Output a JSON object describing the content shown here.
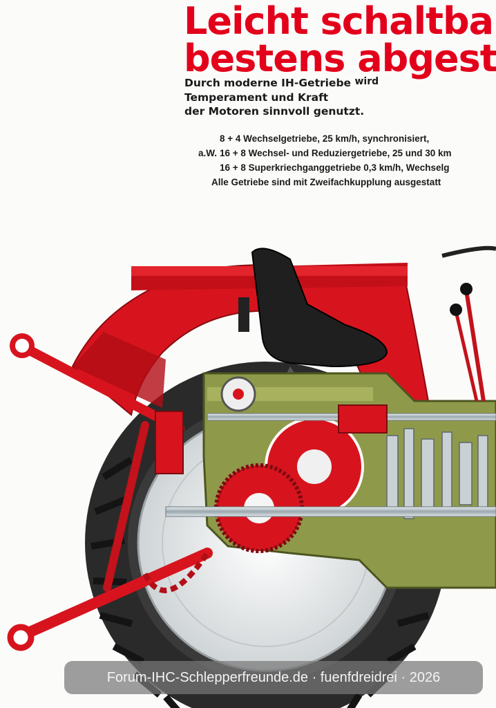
{
  "headline": {
    "line1": "Leicht schaltba",
    "line2": "bestens abgest"
  },
  "subheadline": {
    "line1_main": "Durch moderne IH-Getriebe",
    "line1_tail": "wird",
    "line2": "Temperament und Kraft",
    "line3": "der Motoren sinnvoll genutzt."
  },
  "specs": [
    {
      "prefix": "",
      "text": "8 + 4 Wechselgetriebe, 25 km/h, synchronisiert,"
    },
    {
      "prefix": "a.W.",
      "text": "16 + 8 Wechsel- und Reduziergetriebe, 25 und 30 km"
    },
    {
      "prefix": "",
      "text": "16 + 8 Superkriechganggetriebe 0,3 km/h, Wechselg"
    }
  ],
  "specs_note": "Alle Getriebe sind mit Zweifachkupplung ausgestatt",
  "watermark": "Forum-IHC-Schlepperfreunde.de · fuenfdreidrei · 2026",
  "colors": {
    "brand_red": "#e3001b",
    "body_red": "#d7141e",
    "tire": "#2a2a2a",
    "housing_green": "#8e9a4a",
    "steel": "#b9c3c8"
  }
}
